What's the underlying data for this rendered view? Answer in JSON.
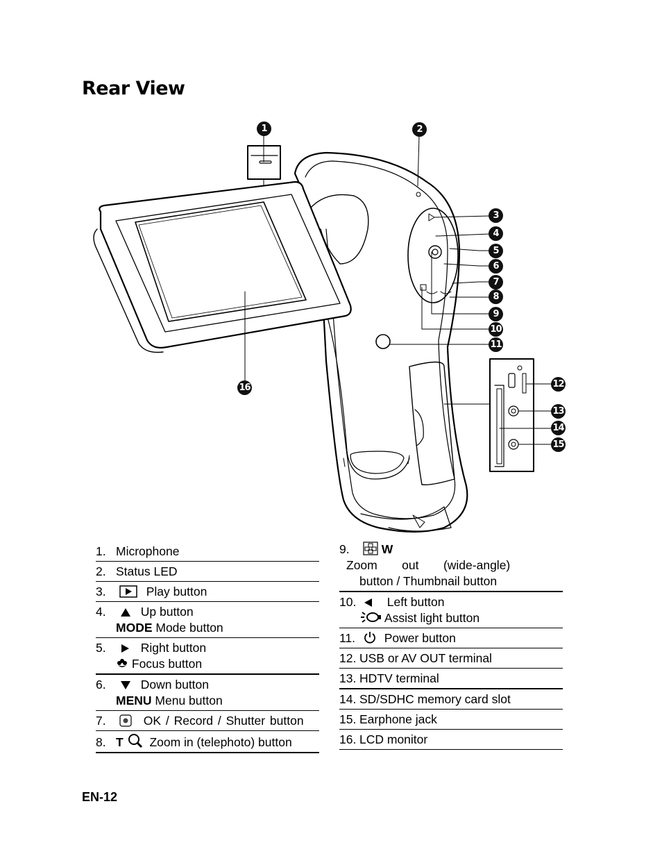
{
  "page": {
    "title": "Rear View",
    "footer": "EN-12"
  },
  "callouts": [
    "1",
    "2",
    "3",
    "4",
    "5",
    "6",
    "7",
    "8",
    "9",
    "10",
    "11",
    "12",
    "13",
    "14",
    "15",
    "16"
  ],
  "left_list": [
    {
      "num": "1.",
      "text": "Microphone"
    },
    {
      "num": "2.",
      "text": "Status LED"
    },
    {
      "num": "3.",
      "text": "Play button"
    },
    {
      "num": "4.",
      "text": "Up button",
      "kw": "MODE",
      "text2": "Mode button"
    },
    {
      "num": "5.",
      "text": "Right button",
      "text2": "Focus button"
    },
    {
      "num": "6.",
      "text": "Down button",
      "kw": "MENU",
      "text2": "Menu  button"
    },
    {
      "num": "7.",
      "text": "OK  /  Record  /  Shutter button"
    },
    {
      "num": "8.",
      "kw": "T",
      "text": "Zoom in (telephoto) button"
    }
  ],
  "right_list": [
    {
      "num": "9.",
      "kw": "W",
      "text": "Zoom    out    (wide-angle)",
      "text2": "button / Thumbnail button"
    },
    {
      "num": "10.",
      "text": "Left button",
      "text2": "Assist light button"
    },
    {
      "num": "11.",
      "text": "Power button"
    },
    {
      "num": "12.",
      "text": "USB or AV OUT terminal"
    },
    {
      "num": "13.",
      "text": "HDTV terminal"
    },
    {
      "num": "14.",
      "text": "SD/SDHC memory card slot"
    },
    {
      "num": "15.",
      "text": "Earphone jack"
    },
    {
      "num": "16.",
      "text": "LCD monitor"
    }
  ],
  "icons": {
    "callout_bg": "#111111",
    "play": "play-icon",
    "up": "triangle-up-icon",
    "right": "triangle-right-icon",
    "down": "triangle-down-icon",
    "left": "triangle-left-icon",
    "focus": "macro-flower-icon",
    "ok": "ok-dot-icon",
    "zoom_in": "magnifier-icon",
    "thumbnail": "thumbnail-grid-icon",
    "assist": "assist-light-icon",
    "power": "power-icon"
  }
}
